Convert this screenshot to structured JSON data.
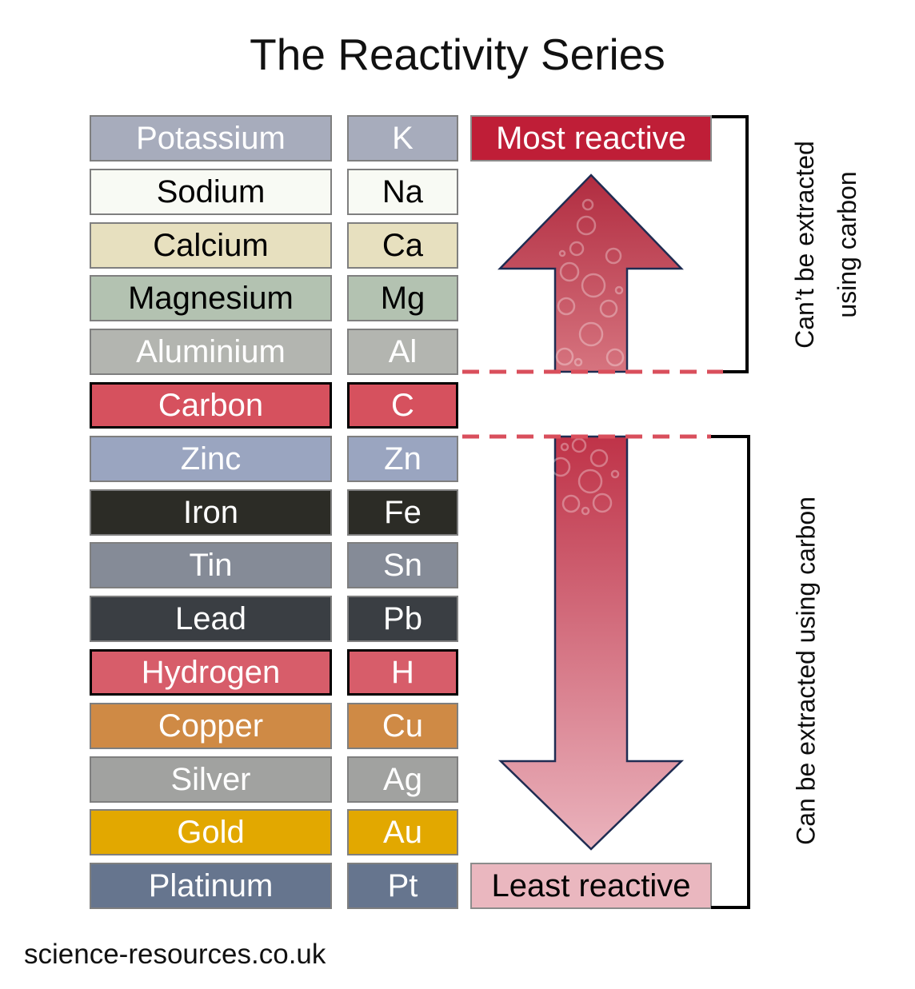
{
  "title": "The Reactivity Series",
  "source": "science-resources.co.uk",
  "elements": [
    {
      "name": "Potassium",
      "symbol": "K",
      "fill": "#a7acbc",
      "text_color": "#ffffff",
      "border_color": "#7f7f7f"
    },
    {
      "name": "Sodium",
      "symbol": "Na",
      "fill": "#f8faf4",
      "text_color": "#000000",
      "border_color": "#7f7f7f"
    },
    {
      "name": "Calcium",
      "symbol": "Ca",
      "fill": "#e7e0bf",
      "text_color": "#000000",
      "border_color": "#7f7f7f"
    },
    {
      "name": "Magnesium",
      "symbol": "Mg",
      "fill": "#b3c2b1",
      "text_color": "#000000",
      "border_color": "#7f7f7f"
    },
    {
      "name": "Aluminium",
      "symbol": "Al",
      "fill": "#b3b5b0",
      "text_color": "#ffffff",
      "border_color": "#7f7f7f"
    },
    {
      "name": "Carbon",
      "symbol": "C",
      "fill": "#d6515e",
      "text_color": "#ffffff",
      "border_color": "#000000"
    },
    {
      "name": "Zinc",
      "symbol": "Zn",
      "fill": "#9aa5c0",
      "text_color": "#ffffff",
      "border_color": "#7f7f7f"
    },
    {
      "name": "Iron",
      "symbol": "Fe",
      "fill": "#2c2c26",
      "text_color": "#ffffff",
      "border_color": "#7f7f7f"
    },
    {
      "name": "Tin",
      "symbol": "Sn",
      "fill": "#858b97",
      "text_color": "#ffffff",
      "border_color": "#7f7f7f"
    },
    {
      "name": "Lead",
      "symbol": "Pb",
      "fill": "#3a3e43",
      "text_color": "#ffffff",
      "border_color": "#7f7f7f"
    },
    {
      "name": "Hydrogen",
      "symbol": "H",
      "fill": "#d75d6a",
      "text_color": "#ffffff",
      "border_color": "#000000"
    },
    {
      "name": "Copper",
      "symbol": "Cu",
      "fill": "#cf8a45",
      "text_color": "#ffffff",
      "border_color": "#7f7f7f"
    },
    {
      "name": "Silver",
      "symbol": "Ag",
      "fill": "#a1a2a0",
      "text_color": "#ffffff",
      "border_color": "#7f7f7f"
    },
    {
      "name": "Gold",
      "symbol": "Au",
      "fill": "#e2a800",
      "text_color": "#ffffff",
      "border_color": "#7f7f7f"
    },
    {
      "name": "Platinum",
      "symbol": "Pt",
      "fill": "#66758e",
      "text_color": "#ffffff",
      "border_color": "#7f7f7f"
    }
  ],
  "reactivity": {
    "most_label": "Most reactive",
    "least_label": "Least reactive",
    "most_bg": "#bf1e37",
    "most_text_color": "#ffffff",
    "least_bg": "#eab7bf",
    "least_text_color": "#000000"
  },
  "annotations": {
    "upper_line1": "Can’t be extracted",
    "upper_line2": "using carbon",
    "lower": "Can be extracted using carbon"
  },
  "arrow_colors": {
    "up_top": "#b12c40",
    "up_bottom": "#d6747f",
    "down_top": "#bf3348",
    "down_bottom": "#eab3bd",
    "outline": "#1f2c52",
    "dash": "#d94f5c",
    "bracket": "#000000",
    "bubble": "rgba(255,255,255,0.32)"
  }
}
